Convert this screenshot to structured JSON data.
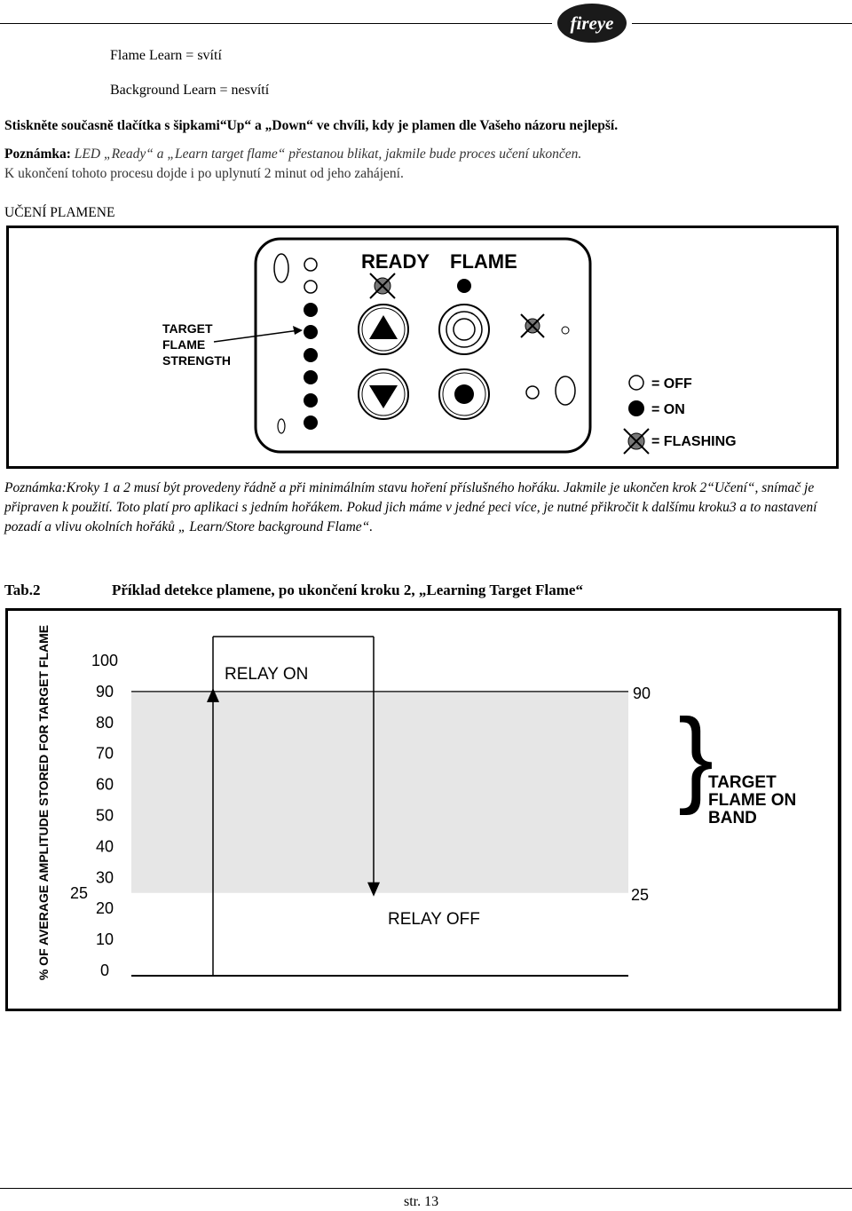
{
  "header": {
    "logo_text": "fireye"
  },
  "lines": {
    "flame_learn": "Flame Learn = svítí",
    "background_learn": "Background Learn = nesvítí",
    "instruction": "Stiskněte současně tlačítka s šipkami“Up“ a „Down“ ve chvíli, kdy je plamen dle Vašeho názoru nejlepší.",
    "note_label": "Poznámka:",
    "note_text": " LED „Ready“ a „Learn target flame“ přestanou blikat, jakmile bude proces učení ukončen.",
    "note_line2": "K ukončení tohoto procesu dojde i po uplynutí 2 minut od jeho zahájení.",
    "section_title": "UČENÍ PLAMENE"
  },
  "panel": {
    "label_ready": "READY",
    "label_flame": "FLAME",
    "target_label": [
      "TARGET",
      "FLAME",
      "STRENGTH"
    ],
    "legend": {
      "off": "= OFF",
      "on": "= ON",
      "flashing": "= FLASHING"
    }
  },
  "note2": {
    "label": "Poznámka:",
    "text": "Kroky 1 a 2 musí být provedeny řádně a při minimálním stavu hoření příslušného hořáku. Jakmile je ukončen krok 2“Učení“, snímač je připraven k použití. Toto platí pro aplikaci s jedním hořákem. Pokud jich máme v jedné peci více, je nutné přikročit k dalšímu kroku3 a to nastavení pozadí a vlivu okolních hořáků „ Learn/Store background Flame“."
  },
  "table": {
    "label": "Tab.2",
    "caption": "Příklad detekce plamene, po ukončení kroku 2, „Learning Target Flame“"
  },
  "chart_data": {
    "type": "diagram",
    "ylabel": "% OF AVERAGE AMPLITUDE STORED FOR TARGET FLAME",
    "ytick_labels": [
      "100",
      "90",
      "80",
      "70",
      "60",
      "50",
      "40",
      "30",
      "20",
      "10",
      "0"
    ],
    "yticks": [
      100,
      90,
      80,
      70,
      60,
      50,
      40,
      30,
      20,
      10,
      0
    ],
    "ylim": [
      0,
      100
    ],
    "band": {
      "low": 25,
      "high": 90
    },
    "left_marker": "25",
    "right_markers": [
      "90",
      "25"
    ],
    "relay_on_label": "RELAY ON",
    "relay_off_label": "RELAY OFF",
    "band_label": [
      "TARGET",
      "FLAME ON",
      "BAND"
    ],
    "colors": {
      "band": "#e6e6e6"
    }
  },
  "footer": {
    "page": "str. 13"
  }
}
